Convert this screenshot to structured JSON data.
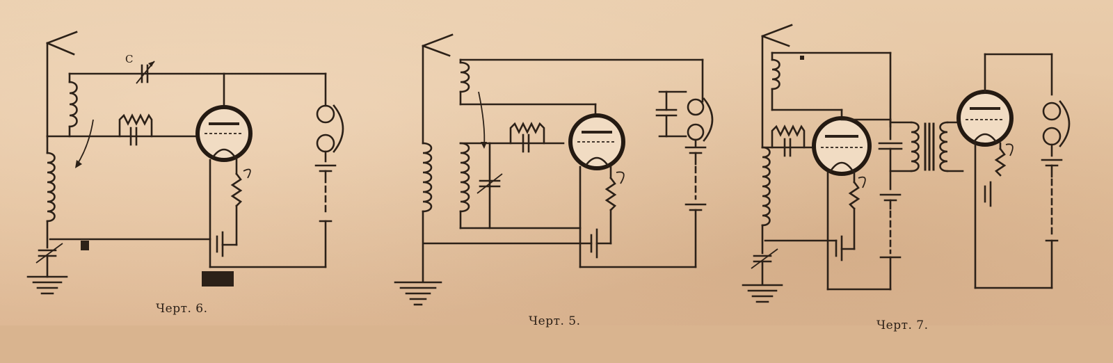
{
  "figures": [
    {
      "id": "fig6",
      "caption": "Черт. 6.",
      "capacitor_label": "C"
    },
    {
      "id": "fig5",
      "caption": "Черт. 5."
    },
    {
      "id": "fig7",
      "caption": "Черт. 7."
    }
  ],
  "colors": {
    "paper": "#e6c7a4",
    "ink": "#2c2118"
  }
}
